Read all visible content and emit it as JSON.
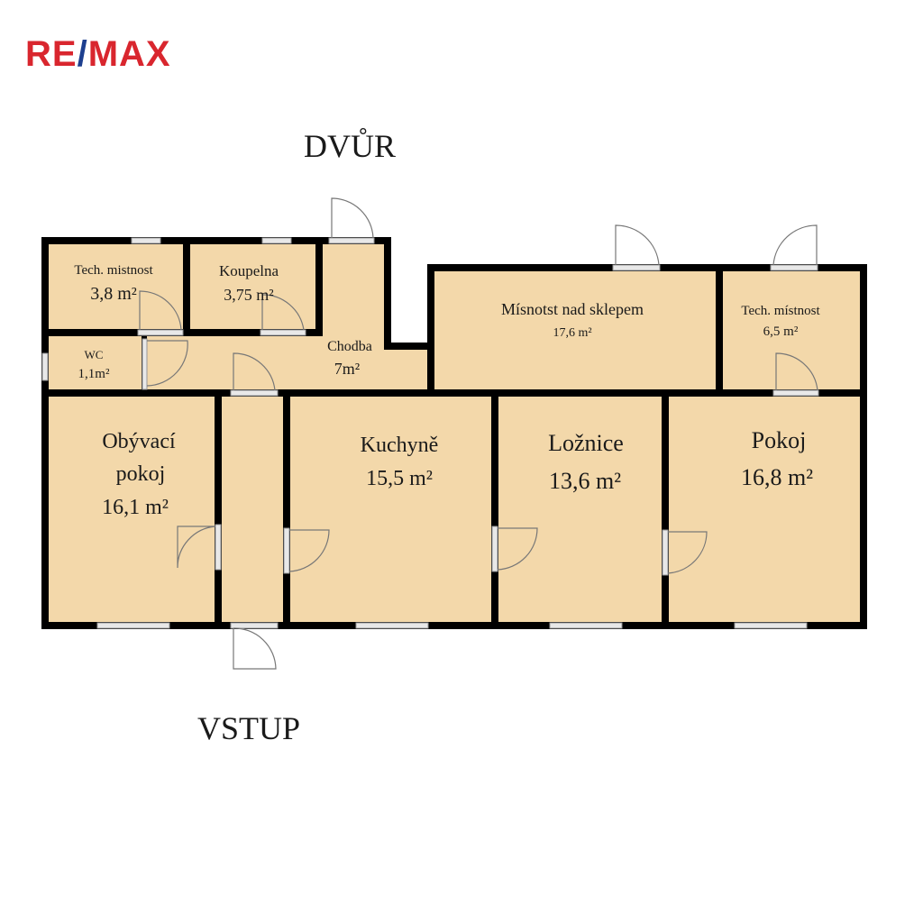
{
  "logo": {
    "left": "RE",
    "slash": "/",
    "right": "MAX"
  },
  "colors": {
    "floor": "#f3d8aa",
    "wall": "#000000",
    "logo_red": "#d9262e",
    "logo_blue": "#1d3f8f"
  },
  "labels": {
    "top": "DVŮR",
    "bottom": "VSTUP"
  },
  "rooms": [
    {
      "name": "Tech. mistnost",
      "area": "3,8 m²"
    },
    {
      "name": "Koupelna",
      "area": "3,75 m²"
    },
    {
      "name": "WC",
      "area": "1,1m²"
    },
    {
      "name": "Chodba",
      "area": "7m²"
    },
    {
      "name": "Mísnotst nad sklepem",
      "area": "17,6 m²"
    },
    {
      "name": "Tech. místnost",
      "area": "6,5 m²"
    },
    {
      "name": "Obývací",
      "name2": "pokoj",
      "area": "16,1 m²"
    },
    {
      "name": "Kuchyně",
      "area": "15,5 m²"
    },
    {
      "name": "Ložnice",
      "area": "13,6 m²"
    },
    {
      "name": "Pokoj",
      "area": "16,8 m²"
    }
  ]
}
